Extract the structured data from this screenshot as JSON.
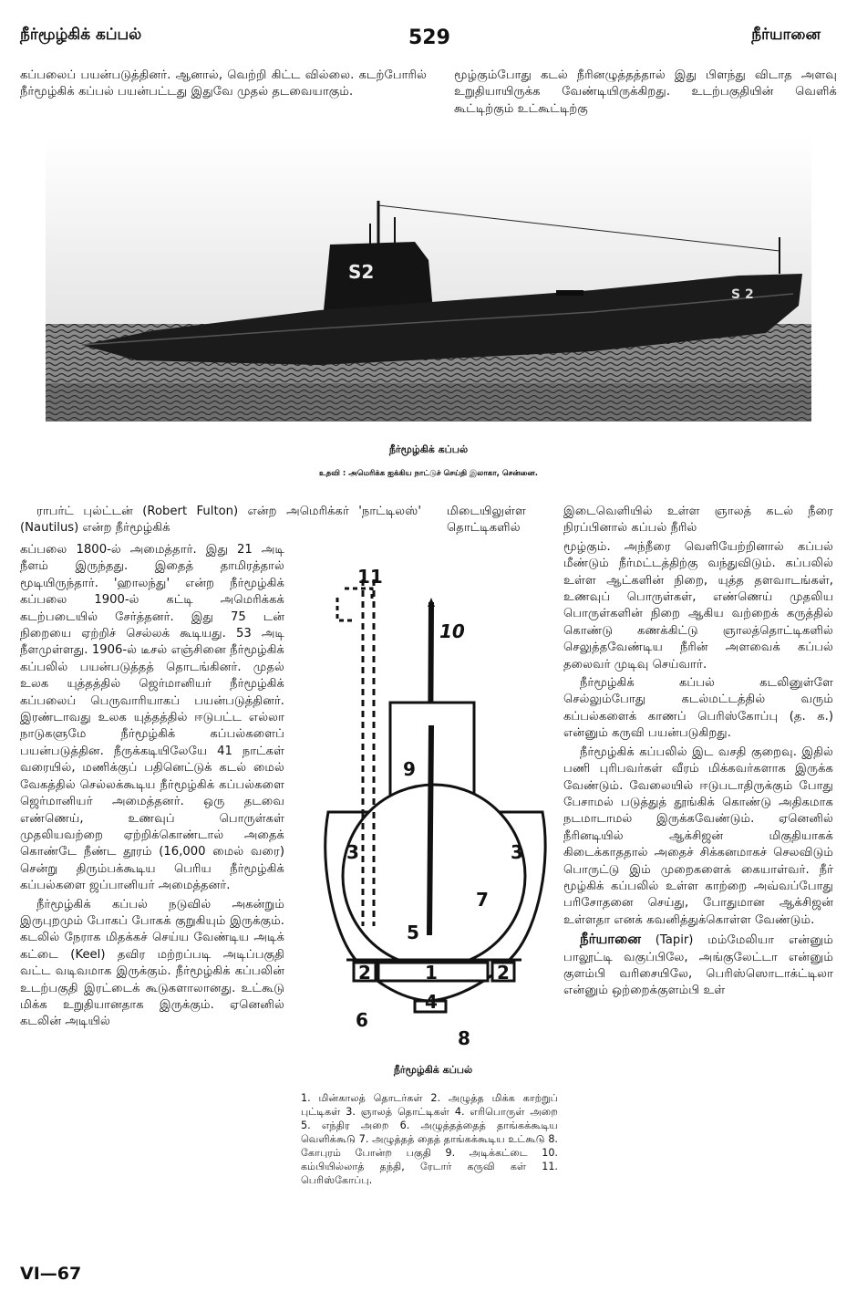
{
  "header": {
    "left": "நீர்மூழ்கிக் கப்பல்",
    "page_number": "529",
    "right": "நீர்யானை"
  },
  "top": {
    "left_text": "கப்பலைப் பயன்படுத்தினர். ஆனால், வெற்றி கிட்ட வில்லை. கடற்போரில் நீர்மூழ்கிக் கப்பல் பயன்பட்டது இதுவே முதல் தடவையாகும்.",
    "right_text": "மூழ்கும்போது கடல் நீரினழுத்தத்தால் இது பிளந்து விடாத அளவு உறுதியாயிருக்க வேண்டியிருக்கிறது. உடற்பகுதியின் வெளிக் கூட்டிற்கும் உட்கூட்டிற்கு"
  },
  "photo": {
    "hull_number_tower": "S2",
    "hull_number_bow": "S 2",
    "caption": "நீர்மூழ்கிக் கப்பல்",
    "credit": "உதவி : அமெரிக்க ஐக்கிய நாட்டுச் செய்தி இலாகா, சென்னை."
  },
  "col1": {
    "p1_lead": "ராபர்ட் புல்ட்டன் (Robert Fulton) என்ற அமெரிக்கர் 'நாட்டிலஸ்' (Nautilus) என்ற நீர்மூழ்கிக்",
    "p1_rest": "கப்பலை 1800-ல் அமைத்தார். இது 21 அடி நீளம் இருந்தது. இதைத் தாமிரத்தால் மூடியிருந்தார். 'ஹாலந்து' என்ற நீர்மூழ்கிக் கப்பலை 1900-ல் கட்டி அமெரிக்கக் கடற்படையில் சேர்த்தனர். இது 75 டன் நிறையை ஏற்றிச் செல்லக் கூடியது. 53 அடி நீளமுள்ளது. 1906-ல் டீசல் எஞ்சினை நீர்மூழ்கிக் கப்பலில் பயன்படுத்தத் தொடங்கினர். முதல் உலக யுத்தத்தில் ஜெர்மானியர் நீர்மூழ்கிக் கப்பலைப் பெருவாரியாகப் பயன்படுத்தினர். இரண்டாவது உலக யுத்தத்தில் ஈடுபட்ட எல்லா நாடுகளுமே நீர்மூழ்கிக் கப்பல்களைப் பயன்படுத்தின. நீருக்கடியிலேயே 41 நாட்கள் வரையில், மணிக்குப் பதினெட்டுக் கடல் மைல் வேகத்தில் செல்லக்கூடிய நீர்மூழ்கிக் கப்பல்களை ஜெர்மானியர் அமைத்தனர். ஒரு தடவை எண்ணெய், உணவுப் பொருள்கள் முதலியவற்றை ஏற்றிக்கொண்டால் அதைக் கொண்டே நீண்ட தூரம் (16,000 மைல் வரை) சென்று திரும்பக்கூடிய பெரிய நீர்மூழ்கிக் கப்பல்களை ஜப்பானியர் அமைத்தனர்.",
    "p2": "நீர்மூழ்கிக் கப்பல் நடுவில் அகன்றும் இருபுறமும் போகப் போகக் குறுகியும் இருக்கும். கடலில் நேராக மிதக்கச் செய்ய வேண்டிய அடிக் கட்டை (Keel) தவிர மற்றப்படி அடிப்பகுதி வட்ட வடிவமாக இருக்கும். நீர்மூழ்கிக் கப்பலின் உடற்பகுதி இரட்டைக் கூடுகளாலானது. உட்கூடு மிக்க உறுதியானதாக இருக்கும். ஏனெனில் கடலின் அடியில்"
  },
  "col2": {
    "top_text": "மிடையிலுள்ள தொட்டிகளில்"
  },
  "diagram": {
    "labels": [
      "1",
      "2",
      "2",
      "3",
      "3",
      "4",
      "5",
      "6",
      "7",
      "8",
      "9",
      "10",
      "11"
    ],
    "caption": "நீர்மூழ்கிக் கப்பல்",
    "legend": "1. மின்காலத் தொடர்கள் 2. அழுத்த மிக்க காற்றுப் புட்டிகள் 3. ஞாலத் தொட்டிகள் 4. எரிபொருள் அறை 5. எந்திர அறை 6. அழுத்தத்தைத் தாங்கக்கூடிய வெளிக்கூடு 7. அழுத்தத் தைத் தாங்கக்கூடிய உட்கூடு 8. கோபுரம் போன்ற பகுதி 9. அடிக்கட்டை 10. கம்பியில்லாத் தந்தி, ரேடார் கருவி கள் 11. பெரிஸ்கோப்பு."
  },
  "col3": {
    "top_text": "இடைவெளியில் உள்ள ஞாலத் கடல் நீரை நிரப்பினால் கப்பல் நீரில்",
    "p1_rest": "மூழ்கும். அந்நீரை வெளியேற்றினால் கப்பல் மீண்டும் நீர்மட்டத்திற்கு வந்துவிடும். கப்பலில் உள்ள ஆட்களின் நிறை, யுத்த தளவாடங்கள், உணவுப் பொருள்கள், எண்ணெய் முதலிய பொருள்களின் நிறை ஆகிய வற்றைக் கருத்தில் கொண்டு கணக்கிட்டு ஞாலத்தொட்டிகளில் செலுத்தவேண்டிய நீரின் அளவைக் கப்பல் தலைவர் முடிவு செய்வார்.",
    "p2": "நீர்மூழ்கிக் கப்பல் கடலினுள்ளே செல்லும்போது கடல்மட்டத்தில் வரும் கப்பல்களைக் காணப் பெரிஸ்கோப்பு (த. க.) என்னும் கருவி பயன்படுகிறது.",
    "p3": "நீர்மூழ்கிக் கப்பலில் இட வசதி குறைவு. இதில் பணி புரிபவர்கள் வீரம் மிக்கவர்களாக இருக்க வேண்டும். வேலையில் ஈடுபடாதிருக்கும் போது பேசாமல் படுத்துத் தூங்கிக் கொண்டு அதிகமாக நடமாடாமல் இருக்கவேண்டும். ஏனெனில் நீரினடியில் ஆக்சிஜன் மிகுதியாகக் கிடைக்காததால் அதைச் சிக்கனமாகச் செலவிடும் பொருட்டு இம் முறைகளைக் கையாள்வர். நீர் மூழ்கிக் கப்பலில் உள்ள காற்றை அவ்வப்போது பரிசோதனை செய்து, போதுமான ஆக்சிஜன் உள்ளதா எனக் கவனித்துக்கொள்ள வேண்டும்.",
    "entry_head": "நீர்யானை",
    "entry_body": "(Tapir) மம்மேலியா என்னும் பாலூட்டி வகுப்பிலே, அங்குலேட்டா என்னும் குளம்பி வரிசையிலே, பெரிஸ்ஸொடாக்ட்டிலா என்னும் ஒற்றைக்குளம்பி உள்"
  },
  "footer": {
    "label": "VI—67"
  }
}
